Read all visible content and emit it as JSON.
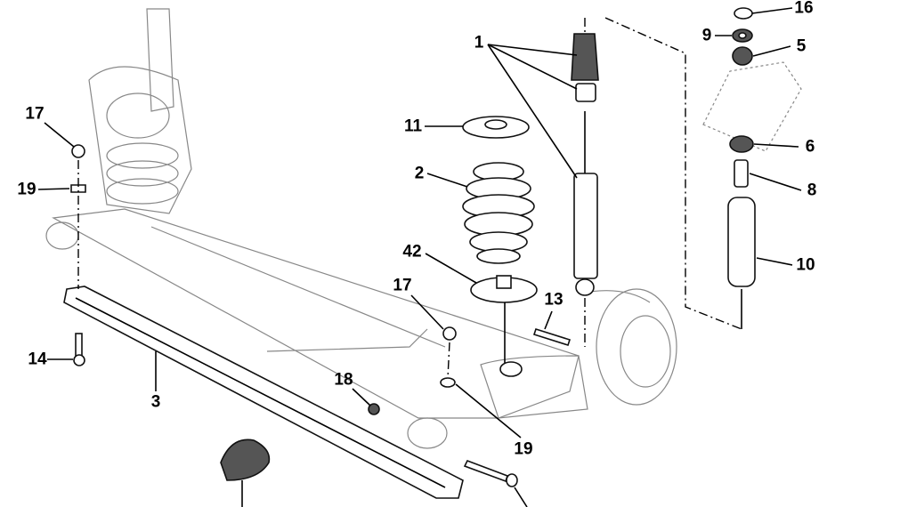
{
  "diagram": {
    "title": "Rear suspension exploded view",
    "callouts": [
      {
        "id": "c1",
        "text": "1"
      },
      {
        "id": "c16",
        "text": "16"
      },
      {
        "id": "c9",
        "text": "9"
      },
      {
        "id": "c5",
        "text": "5"
      },
      {
        "id": "c6",
        "text": "6"
      },
      {
        "id": "c8",
        "text": "8"
      },
      {
        "id": "c10",
        "text": "10"
      },
      {
        "id": "c11",
        "text": "11"
      },
      {
        "id": "c2",
        "text": "2"
      },
      {
        "id": "c42",
        "text": "42"
      },
      {
        "id": "c17a",
        "text": "17"
      },
      {
        "id": "c13",
        "text": "13"
      },
      {
        "id": "c18",
        "text": "18"
      },
      {
        "id": "c19a",
        "text": "19"
      },
      {
        "id": "c3",
        "text": "3"
      },
      {
        "id": "c14",
        "text": "14"
      },
      {
        "id": "c17b",
        "text": "17"
      },
      {
        "id": "c19b",
        "text": "19"
      }
    ]
  }
}
